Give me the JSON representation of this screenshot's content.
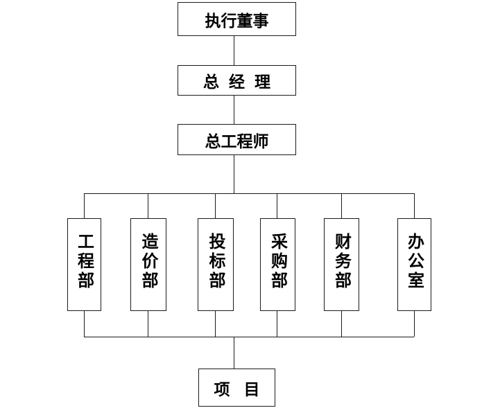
{
  "org": {
    "top": [
      {
        "id": "executive-director",
        "label": "执行董事"
      },
      {
        "id": "general-manager",
        "label": "总经理"
      },
      {
        "id": "chief-engineer",
        "label": "总工程师"
      }
    ],
    "departments": [
      {
        "id": "engineering",
        "label": "工程部"
      },
      {
        "id": "cost",
        "label": "造价部"
      },
      {
        "id": "bidding",
        "label": "投标部"
      },
      {
        "id": "procurement",
        "label": "采购部"
      },
      {
        "id": "finance",
        "label": "财务部"
      },
      {
        "id": "office",
        "label": "办公室"
      }
    ],
    "bottom": {
      "id": "project",
      "label": "项目"
    }
  },
  "colors": {
    "line": "#1a1a1a",
    "box_border": "#1a1a1a",
    "text": "#000000",
    "background": "#ffffff"
  }
}
